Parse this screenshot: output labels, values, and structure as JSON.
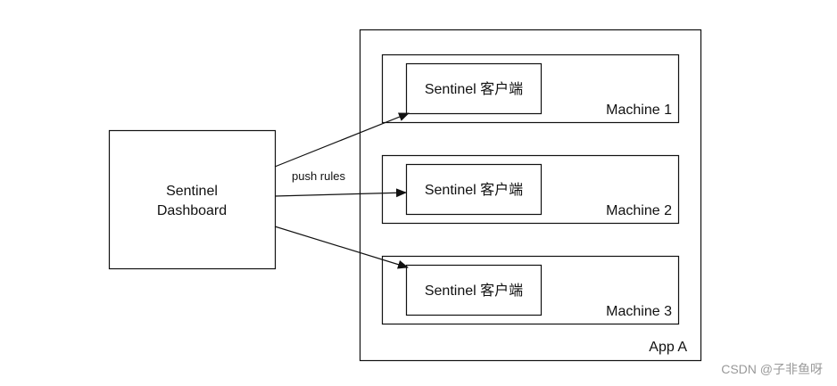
{
  "dashboard": {
    "line1": "Sentinel",
    "line2": "Dashboard"
  },
  "edge_label": "push rules",
  "app": {
    "label": "App A"
  },
  "machines": [
    {
      "label": "Machine 1",
      "client": "Sentinel 客户端"
    },
    {
      "label": "Machine 2",
      "client": "Sentinel 客户端"
    },
    {
      "label": "Machine 3",
      "client": "Sentinel 客户端"
    }
  ],
  "watermark": "CSDN @子非鱼呀",
  "colors": {
    "stroke": "#111111",
    "watermark": "#999999"
  }
}
